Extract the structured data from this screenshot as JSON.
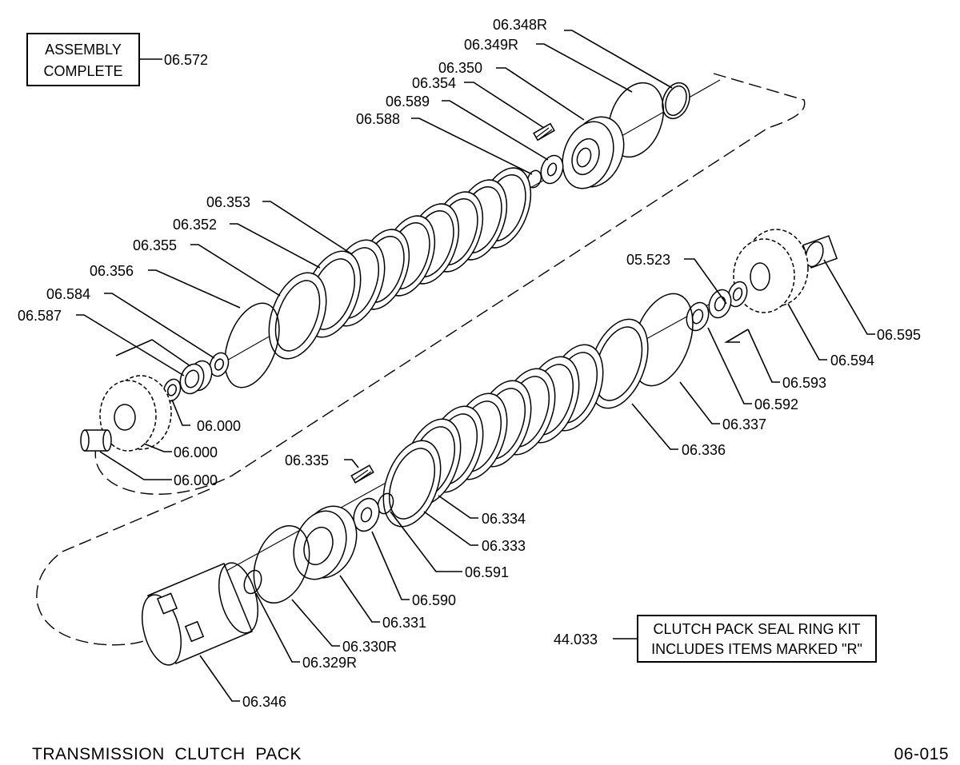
{
  "title": "TRANSMISSION  CLUTCH  PACK",
  "drawing_number": "06-015",
  "assembly_box": {
    "line1": "ASSEMBLY",
    "line2": "COMPLETE",
    "part": "06.572"
  },
  "kit_box": {
    "line1": "CLUTCH PACK SEAL RING KIT",
    "line2": "INCLUDES ITEMS MARKED \"R\"",
    "part": "44.033"
  },
  "callouts": {
    "p06_348R": "06.348R",
    "p06_349R": "06.349R",
    "p06_350": "06.350",
    "p06_354": "06.354",
    "p06_589": "06.589",
    "p06_588": "06.588",
    "p06_353": "06.353",
    "p06_352": "06.352",
    "p06_355": "06.355",
    "p06_356": "06.356",
    "p06_584": "06.584",
    "p06_587": "06.587",
    "p06_000_a": "06.000",
    "p06_000_b": "06.000",
    "p06_000_c": "06.000",
    "p05_523": "05.523",
    "p06_595": "06.595",
    "p06_594": "06.594",
    "p06_593": "06.593",
    "p06_592": "06.592",
    "p06_337": "06.337",
    "p06_336": "06.336",
    "p06_335": "06.335",
    "p06_334": "06.334",
    "p06_333": "06.333",
    "p06_591": "06.591",
    "p06_590": "06.590",
    "p06_331": "06.331",
    "p06_330R": "06.330R",
    "p06_329R": "06.329R",
    "p06_346": "06.346"
  }
}
